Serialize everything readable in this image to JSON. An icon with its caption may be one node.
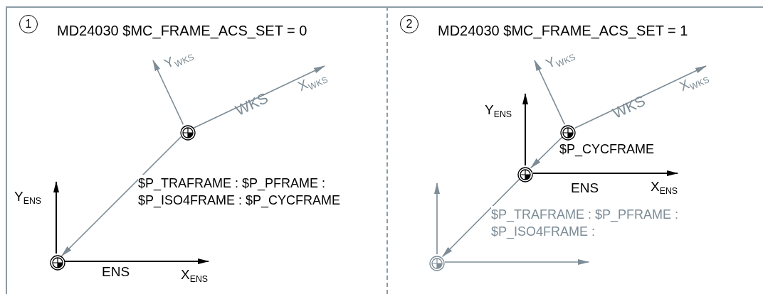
{
  "diagram": {
    "nodes": [
      {
        "text": [
          "1",
          "MD24030 $MC_FRAME_ACS_SET = 0"
        ]
      },
      {
        "text": [],
        "shape": "circle",
        "in": 0
      },
      {
        "text": [],
        "shape": "circle",
        "in": 0
      },
      {
        "text": [
          "2",
          "MD24030 $MC_FRAME_ACS_SET = 1"
        ]
      },
      {
        "text": [],
        "shape": "circle",
        "in": 3
      },
      {
        "text": [],
        "shape": "circle",
        "in": 3
      },
      {
        "text": [],
        "shape": "circle",
        "in": 3
      }
    ],
    "edges": [
      {
        "from": 1,
        "to": 2,
        "arrow": "to",
        "label": "$P_TRAFRAME : $P_PFRAME : $P_ISO4FRAME : $P_CYCFRAME"
      },
      {
        "from": 4,
        "to": 5,
        "arrow": "to",
        "label": "$P_CYCFRAME"
      },
      {
        "from": 5,
        "to": 6,
        "arrow": "to",
        "label": "$P_TRAFRAME : $P_PFRAME : $P_ISO4FRAME :"
      }
    ],
    "labels": [
      "Y$_{WKS}$",
      "X$_{WKS}$",
      "WKS",
      "Y$_{ENS}$",
      "ENS",
      "X$_{ENS}$",
      "Y$_{WKS}$",
      "X$_{WKS}$",
      "WKS",
      "Y$_{ENS}$",
      "ENS",
      "X$_{ENS}$"
    ]
  }
}
